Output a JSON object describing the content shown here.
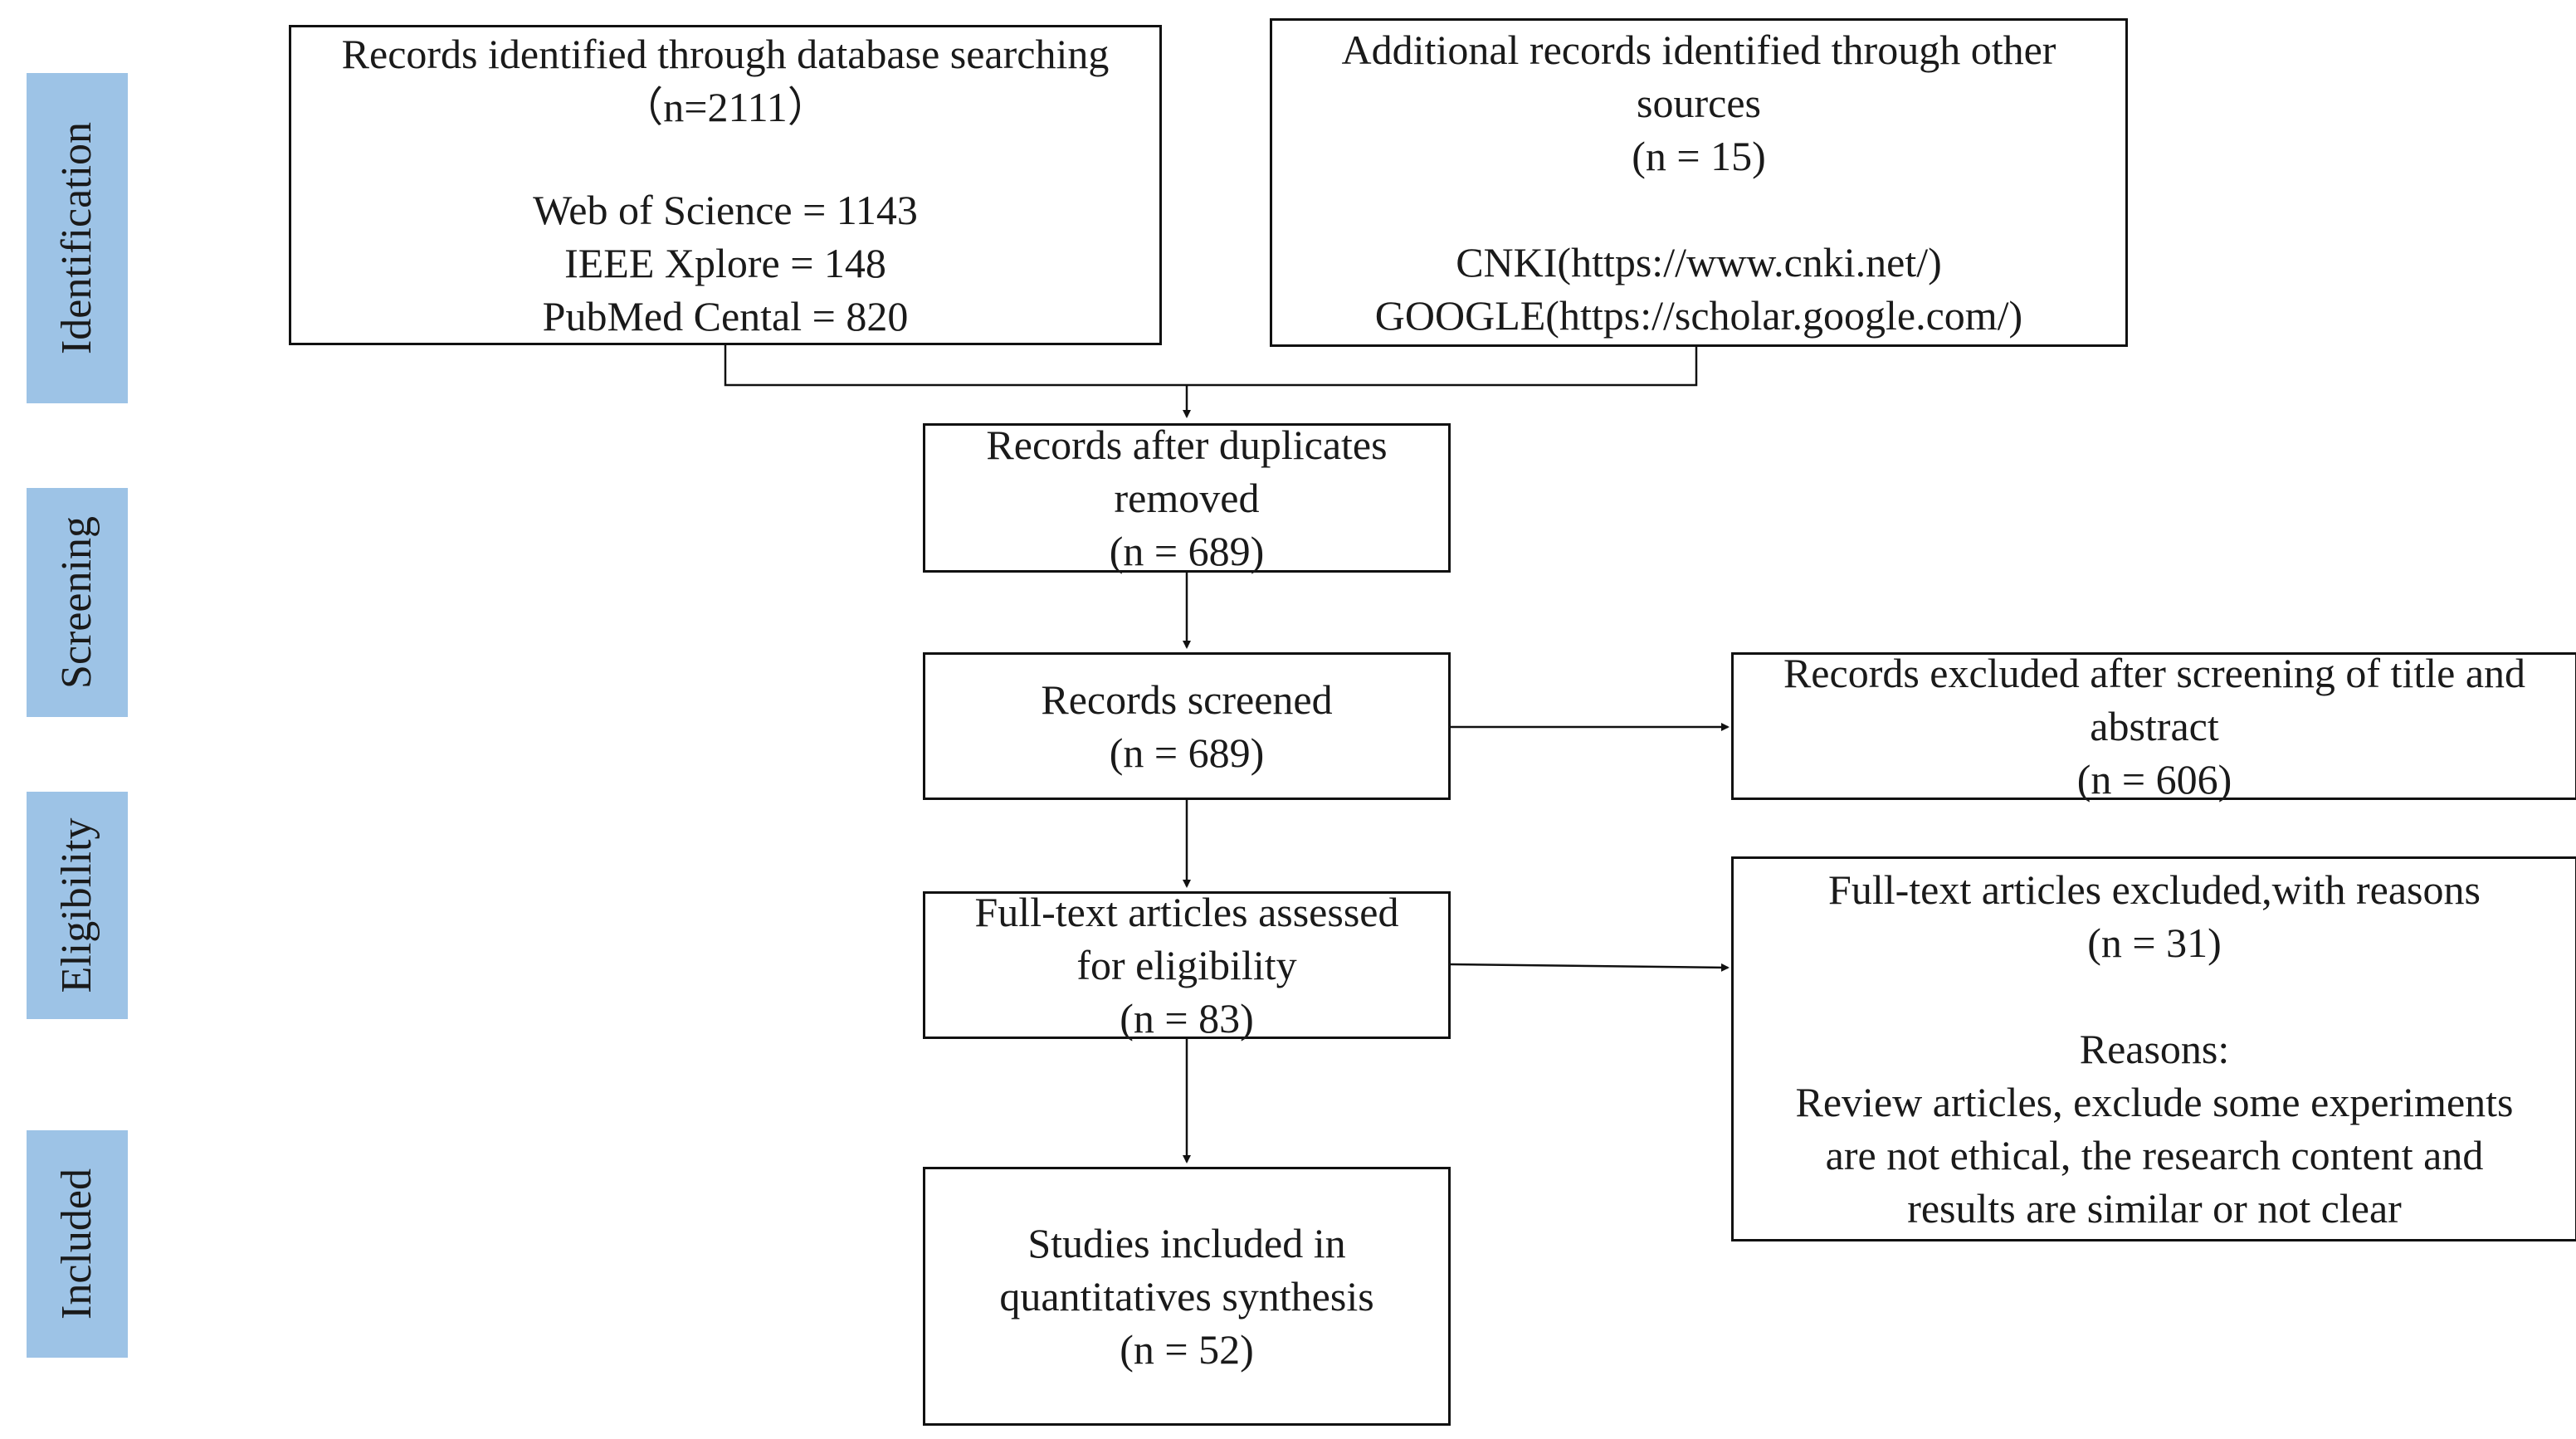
{
  "stages": {
    "identification": "Identification",
    "screening": "Screening",
    "eligibility": "Eligibility",
    "included": "Included"
  },
  "boxes": {
    "database_search": {
      "title": "Records identified through database searching",
      "count": "（n=2111）",
      "sources": [
        "Web of Science = 1143",
        "IEEE Xplore = 148",
        "PubMed Cental = 820"
      ]
    },
    "other_sources": {
      "title_line1": "Additional records identified through other",
      "title_line2": "sources",
      "count": "(n = 15)",
      "sources": [
        "CNKI(https://www.cnki.net/)",
        "GOOGLE(https://scholar.google.com/)"
      ]
    },
    "duplicates_removed": {
      "line1": "Records after duplicates",
      "line2": "removed",
      "count": "(n = 689)"
    },
    "records_screened": {
      "line1": "Records screened",
      "count": "(n = 689)"
    },
    "records_excluded": {
      "line1": "Records excluded after screening of title and",
      "line2": "abstract",
      "count": "(n = 606)"
    },
    "fulltext_assessed": {
      "line1": "Full-text articles assessed",
      "line2": "for eligibility",
      "count": "(n = 83)"
    },
    "fulltext_excluded": {
      "line1": "Full-text articles excluded,with reasons",
      "count": "(n = 31)",
      "reasons_heading": "Reasons:",
      "reasons": [
        "Review articles, exclude some experiments",
        "are not ethical, the research content and",
        "results are similar or not clear"
      ]
    },
    "studies_included": {
      "line1": "Studies included in",
      "line2": "quantitatives synthesis",
      "count": "(n = 52)"
    }
  },
  "colors": {
    "stage_bar": "#9dc3e6",
    "line": "#111111"
  }
}
